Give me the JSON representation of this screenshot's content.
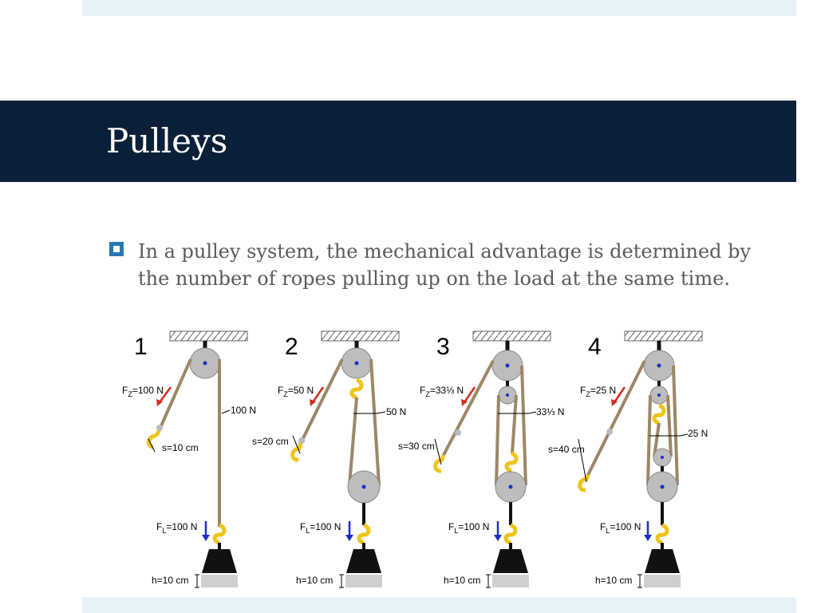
{
  "slide": {
    "title": "Pulleys",
    "bullet": "In a pulley system, the mechanical advantage is determined by the number of ropes pulling up on the load at the same time."
  },
  "colors": {
    "title_bar": "#0b2038",
    "accent": "#2a79b4",
    "band": "#e6f2f8",
    "rope": "#9c8767",
    "pulley": "#bdbdbd",
    "hook": "#f0c419",
    "force_effort": "#d42b1e",
    "force_load": "#1a2fc9",
    "load": "#111111"
  },
  "systems": [
    {
      "number": "1",
      "effort_sub": "Z",
      "effort_value": "=100 N",
      "tension": "100 N",
      "distance": "s=10 cm",
      "load_sub": "L",
      "load_value": "=100 N",
      "height": "h=10 cm"
    },
    {
      "number": "2",
      "effort_sub": "Z",
      "effort_value": "=50 N",
      "tension": "50 N",
      "distance": "s=20 cm",
      "load_sub": "L",
      "load_value": "=100 N",
      "height": "h=10 cm"
    },
    {
      "number": "3",
      "effort_sub": "Z",
      "effort_value": "=33⅓ N",
      "tension": "33⅓ N",
      "distance": "s=30 cm",
      "load_sub": "L",
      "load_value": "=100 N",
      "height": "h=10 cm"
    },
    {
      "number": "4",
      "effort_sub": "Z",
      "effort_value": "=25 N",
      "tension": "25 N",
      "distance": "s=40 cm",
      "load_sub": "L",
      "load_value": "=100 N",
      "height": "h=10 cm"
    }
  ],
  "symbol_letter": "F"
}
